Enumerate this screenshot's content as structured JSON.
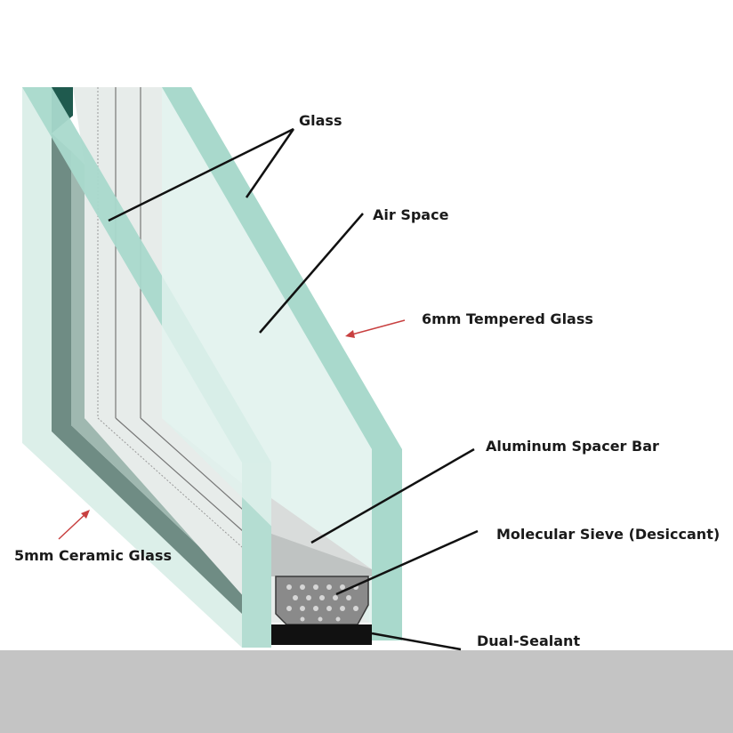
{
  "labels": {
    "glass": "Glass",
    "air_space": "Air Space",
    "tempered_glass": "6mm Tempered Glass",
    "spacer_bar": "Aluminum Spacer Bar",
    "molecular_sieve": "Molecular Sieve (Desiccant)",
    "ceramic_glass": "5mm Ceramic Glass",
    "dual_sealant": "Dual-Sealant"
  },
  "colors": {
    "glass_edge": "#a9d9cc",
    "glass_face": "#d8ece6",
    "glass_dark": "#6f8c84",
    "spacer": "#8a8a8a",
    "sealant": "#111111",
    "pointer": "#111111",
    "arrow": "#c84040",
    "floor": "#c4c4c4"
  }
}
